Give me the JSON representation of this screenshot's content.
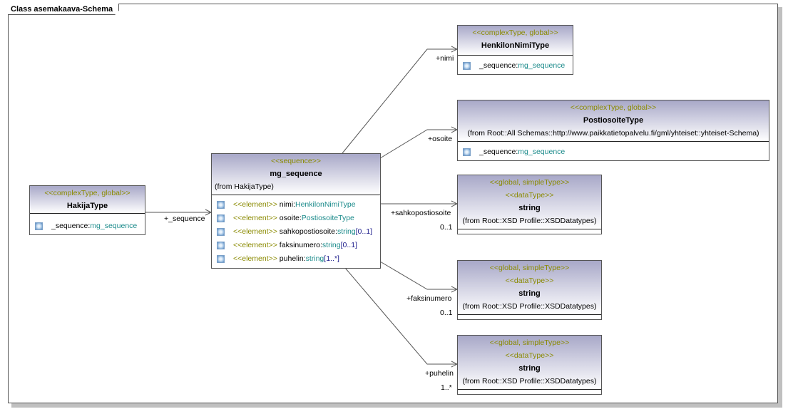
{
  "diagram": {
    "title": "Class asemakaava-Schema"
  },
  "classes": {
    "hakija": {
      "stereotype": "<<complexType, global>>",
      "name": "HakijaType",
      "attributes": [
        {
          "name": "_sequence:",
          "type": "mg_sequence"
        }
      ]
    },
    "mg_sequence": {
      "stereotype": "<<sequence>>",
      "name": "mg_sequence",
      "from": "(from HakijaType)",
      "attributes": [
        {
          "stereo": "<<element>>",
          "name": " nimi:",
          "type": "HenkilonNimiType",
          "mult": ""
        },
        {
          "stereo": "<<element>>",
          "name": " osoite:",
          "type": "PostiosoiteType",
          "mult": ""
        },
        {
          "stereo": "<<element>>",
          "name": " sahkopostiosoite:",
          "type": "string",
          "mult": "[0..1]"
        },
        {
          "stereo": "<<element>>",
          "name": " faksinumero:",
          "type": "string",
          "mult": "[0..1]"
        },
        {
          "stereo": "<<element>>",
          "name": " puhelin:",
          "type": "string",
          "mult": "[1..*]"
        }
      ]
    },
    "henkilon": {
      "stereotype": "<<complexType, global>>",
      "name": "HenkilonNimiType",
      "attributes": [
        {
          "name": "_sequence:",
          "type": "mg_sequence"
        }
      ]
    },
    "postiosoite": {
      "stereotype": "<<complexType, global>>",
      "name": "PostiosoiteType",
      "from": "(from Root::All Schemas::http://www.paikkatietopalvelu.fi/gml/yhteiset::yhteiset-Schema)",
      "attributes": [
        {
          "name": "_sequence:",
          "type": "mg_sequence"
        }
      ]
    },
    "string1": {
      "stereotype": "<<global, simpleType>>",
      "stereotype2": "<<dataType>>",
      "name": "string",
      "from": "(from Root::XSD Profile::XSDDatatypes)"
    },
    "string2": {
      "stereotype": "<<global, simpleType>>",
      "stereotype2": "<<dataType>>",
      "name": "string",
      "from": "(from Root::XSD Profile::XSDDatatypes)"
    },
    "string3": {
      "stereotype": "<<global, simpleType>>",
      "stereotype2": "<<dataType>>",
      "name": "string",
      "from": "(from Root::XSD Profile::XSDDatatypes)"
    }
  },
  "associations": [
    {
      "role": "+_sequence",
      "multiplicity": ""
    },
    {
      "role": "+nimi",
      "multiplicity": ""
    },
    {
      "role": "+osoite",
      "multiplicity": ""
    },
    {
      "role": "+sahkopostiosoite",
      "multiplicity": "0..1"
    },
    {
      "role": "+faksinumero",
      "multiplicity": "0..1"
    },
    {
      "role": "+puhelin",
      "multiplicity": "1..*"
    }
  ],
  "icons": {
    "attribute": "attribute-icon"
  }
}
